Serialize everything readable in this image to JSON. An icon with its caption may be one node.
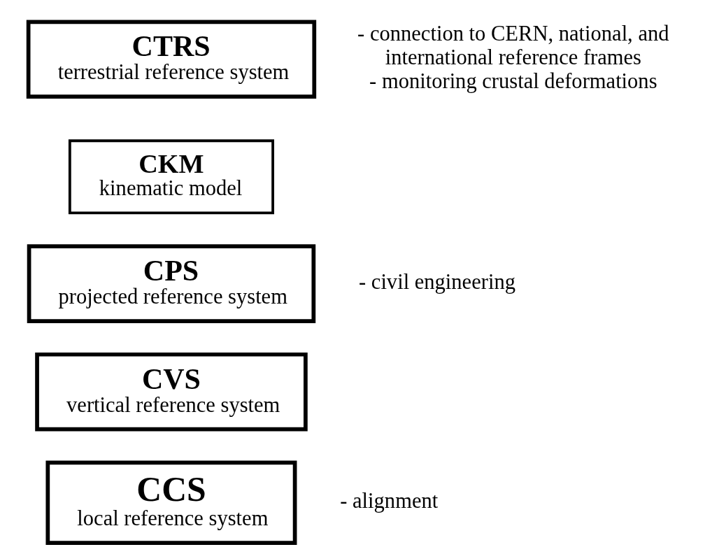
{
  "diagram": {
    "nodes": [
      {
        "text": [
          "CTRS",
          "terrestrial reference system"
        ],
        "beside": [
          "- connection to CERN, national, and international reference frames",
          "- monitoring crustal deformations"
        ]
      },
      {
        "text": [
          "CKM",
          "kinematic model"
        ]
      },
      {
        "text": [
          "CPS",
          "projected reference system"
        ],
        "beside": [
          "- civil engineering"
        ]
      },
      {
        "text": [
          "CVS",
          "vertical reference system"
        ]
      },
      {
        "text": [
          "CCS",
          "local reference system"
        ],
        "beside": [
          "- alignment"
        ]
      }
    ],
    "edges": []
  }
}
